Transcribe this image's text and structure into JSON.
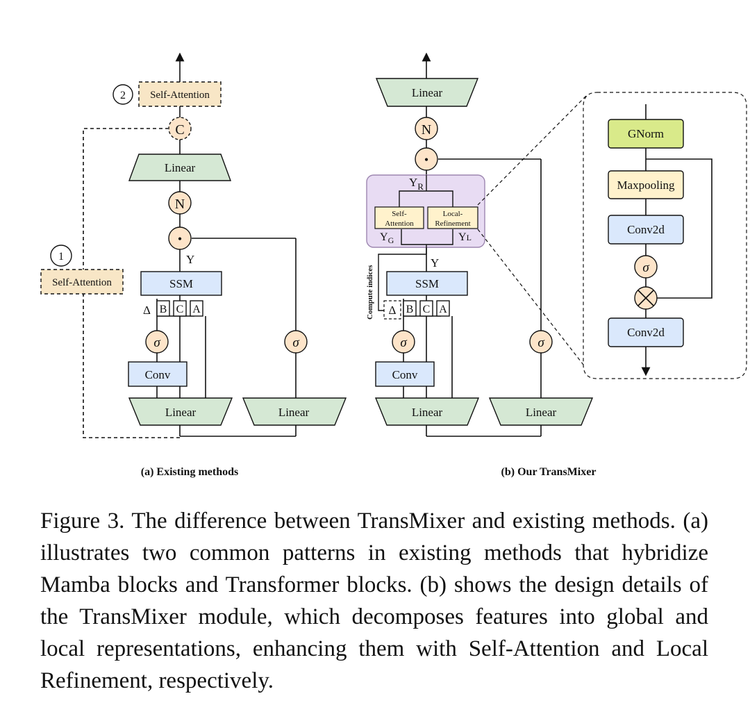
{
  "panel_a": {
    "marker_1": "1",
    "marker_2": "2",
    "self_attention_top": "Self-Attention",
    "self_attention_side": "Self-Attention",
    "concat": "C",
    "linear_top": "Linear",
    "norm": "N",
    "gate": "•",
    "y_label": "Y",
    "ssm": "SSM",
    "delta": "Δ",
    "b": "B",
    "c": "C",
    "a": "A",
    "sigma_left": "σ",
    "sigma_right": "σ",
    "conv": "Conv",
    "linear_bottom_left": "Linear",
    "linear_bottom_right": "Linear",
    "title": "(a) Existing methods"
  },
  "panel_b": {
    "linear_top": "Linear",
    "norm": "N",
    "gate": "•",
    "yr_main": "Y",
    "yr_sub": "R",
    "sa_line1": "Self-",
    "sa_line2": "Attention",
    "lr_line1": "Local-",
    "lr_line2": "Refinement",
    "yg_main": "Y",
    "yg_sub": "G",
    "yl_main": "Y",
    "yl_sub": "L",
    "y_label": "Y",
    "compute_indices": "Compute indices",
    "ssm": "SSM",
    "delta": "Δ",
    "b": "B",
    "c": "C",
    "a": "A",
    "sigma_left": "σ",
    "sigma_right": "σ",
    "conv": "Conv",
    "linear_bottom_left": "Linear",
    "linear_bottom_right": "Linear",
    "title": "(b) Our TransMixer"
  },
  "detail": {
    "gnorm": "GNorm",
    "maxpooling": "Maxpooling",
    "conv2d_top": "Conv2d",
    "sigma": "σ",
    "multiply": "⊗",
    "conv2d_bottom": "Conv2d"
  },
  "caption": {
    "label": "Figure 3.",
    "text": "The difference between TransMixer and existing methods. (a) illustrates two common patterns in existing methods that hybridize Mamba blocks and Transformer blocks. (b) shows the design details of the TransMixer module, which decomposes features into global and local representations, enhancing them with Self-Attention and Local Refinement, respectively."
  },
  "colors": {
    "linear_fill": "#d5e8d4",
    "linear_stroke": "#5a7a5a",
    "ssm_fill": "#dae8fc",
    "ssm_stroke": "#5577aa",
    "op_fill": "#fde4c9",
    "op_stroke": "#b07a4a",
    "sa_fill": "#fff2cc",
    "sa_dashed_fill": "#f8e6c6",
    "gnorm_fill": "#d9ea8a",
    "mixer_fill": "#e8dcf3",
    "mixer_stroke": "#9d86b0"
  }
}
